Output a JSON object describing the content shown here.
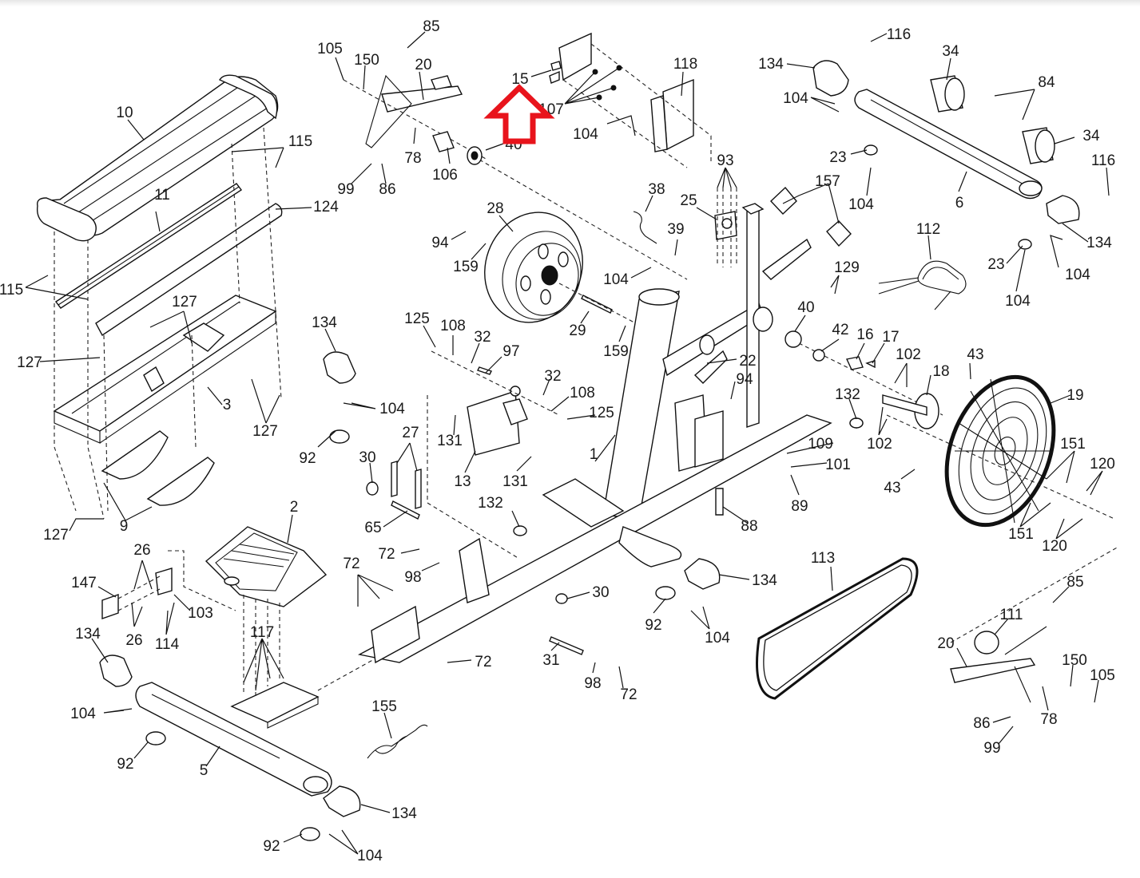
{
  "diagram": {
    "type": "exploded-parts-diagram",
    "subject": "exercise bike frame assembly",
    "highlight": {
      "shape": "up-arrow-outline",
      "color": "#e8141c",
      "points_to_part": "15"
    },
    "labels": [
      {
        "id": "l85a",
        "text": "85"
      },
      {
        "id": "l105a",
        "text": "105"
      },
      {
        "id": "l150a",
        "text": "150"
      },
      {
        "id": "l20a",
        "text": "20"
      },
      {
        "id": "l15",
        "text": "15"
      },
      {
        "id": "l107",
        "text": "107"
      },
      {
        "id": "l118",
        "text": "118"
      },
      {
        "id": "l116a",
        "text": "116"
      },
      {
        "id": "l134a",
        "text": "134"
      },
      {
        "id": "l34a",
        "text": "34"
      },
      {
        "id": "l84",
        "text": "84"
      },
      {
        "id": "l104a",
        "text": "104"
      },
      {
        "id": "l10",
        "text": "10"
      },
      {
        "id": "l115a",
        "text": "115"
      },
      {
        "id": "l78a",
        "text": "78"
      },
      {
        "id": "l106",
        "text": "106"
      },
      {
        "id": "l40a",
        "text": "40"
      },
      {
        "id": "l104b",
        "text": "104"
      },
      {
        "id": "l99a",
        "text": "99"
      },
      {
        "id": "l86a",
        "text": "86"
      },
      {
        "id": "l93",
        "text": "93"
      },
      {
        "id": "l23a",
        "text": "23"
      },
      {
        "id": "l34b",
        "text": "34"
      },
      {
        "id": "l116b",
        "text": "116"
      },
      {
        "id": "l104c",
        "text": "104"
      },
      {
        "id": "l6",
        "text": "6"
      },
      {
        "id": "l11",
        "text": "11"
      },
      {
        "id": "l124",
        "text": "124"
      },
      {
        "id": "l38",
        "text": "38"
      },
      {
        "id": "l28",
        "text": "28"
      },
      {
        "id": "l25",
        "text": "25"
      },
      {
        "id": "l157",
        "text": "157"
      },
      {
        "id": "l112",
        "text": "112"
      },
      {
        "id": "l134b",
        "text": "134"
      },
      {
        "id": "l115b",
        "text": "115"
      },
      {
        "id": "l94a",
        "text": "94"
      },
      {
        "id": "l39",
        "text": "39"
      },
      {
        "id": "l23b",
        "text": "23"
      },
      {
        "id": "l104d",
        "text": "104"
      },
      {
        "id": "l159a",
        "text": "159"
      },
      {
        "id": "l129",
        "text": "129"
      },
      {
        "id": "l104e",
        "text": "104"
      },
      {
        "id": "l104f",
        "text": "104"
      },
      {
        "id": "l127a",
        "text": "127"
      },
      {
        "id": "l134c",
        "text": "134"
      },
      {
        "id": "l125a",
        "text": "125"
      },
      {
        "id": "l108a",
        "text": "108"
      },
      {
        "id": "l29",
        "text": "29"
      },
      {
        "id": "l40b",
        "text": "40"
      },
      {
        "id": "l42",
        "text": "42"
      },
      {
        "id": "l16",
        "text": "16"
      },
      {
        "id": "l17",
        "text": "17"
      },
      {
        "id": "l32a",
        "text": "32"
      },
      {
        "id": "l159b",
        "text": "159"
      },
      {
        "id": "l97",
        "text": "97"
      },
      {
        "id": "l22",
        "text": "22"
      },
      {
        "id": "l102a",
        "text": "102"
      },
      {
        "id": "l43a",
        "text": "43"
      },
      {
        "id": "l127b",
        "text": "127"
      },
      {
        "id": "l18",
        "text": "18"
      },
      {
        "id": "l32b",
        "text": "32"
      },
      {
        "id": "l94b",
        "text": "94"
      },
      {
        "id": "l19",
        "text": "19"
      },
      {
        "id": "l108b",
        "text": "108"
      },
      {
        "id": "l3",
        "text": "3"
      },
      {
        "id": "l132a",
        "text": "132"
      },
      {
        "id": "l104g",
        "text": "104"
      },
      {
        "id": "l125b",
        "text": "125"
      },
      {
        "id": "l131a",
        "text": "131"
      },
      {
        "id": "l127c",
        "text": "127"
      },
      {
        "id": "l27",
        "text": "27"
      },
      {
        "id": "l102b",
        "text": "102"
      },
      {
        "id": "l109",
        "text": "109"
      },
      {
        "id": "l151a",
        "text": "151"
      },
      {
        "id": "l92a",
        "text": "92"
      },
      {
        "id": "l1",
        "text": "1"
      },
      {
        "id": "l30a",
        "text": "30"
      },
      {
        "id": "l101",
        "text": "101"
      },
      {
        "id": "l120a",
        "text": "120"
      },
      {
        "id": "l13",
        "text": "13"
      },
      {
        "id": "l131b",
        "text": "131"
      },
      {
        "id": "l43b",
        "text": "43"
      },
      {
        "id": "l89",
        "text": "89"
      },
      {
        "id": "l9",
        "text": "9"
      },
      {
        "id": "l127d",
        "text": "127"
      },
      {
        "id": "l132b",
        "text": "132"
      },
      {
        "id": "l2",
        "text": "2"
      },
      {
        "id": "l65",
        "text": "65"
      },
      {
        "id": "l88",
        "text": "88"
      },
      {
        "id": "l151b",
        "text": "151"
      },
      {
        "id": "l120b",
        "text": "120"
      },
      {
        "id": "l26a",
        "text": "26"
      },
      {
        "id": "l72a",
        "text": "72"
      },
      {
        "id": "l113",
        "text": "113"
      },
      {
        "id": "l72b",
        "text": "72"
      },
      {
        "id": "l98a",
        "text": "98"
      },
      {
        "id": "l134d",
        "text": "134"
      },
      {
        "id": "l147",
        "text": "147"
      },
      {
        "id": "l85b",
        "text": "85"
      },
      {
        "id": "l30b",
        "text": "30"
      },
      {
        "id": "l103",
        "text": "103"
      },
      {
        "id": "l111",
        "text": "111"
      },
      {
        "id": "l92b",
        "text": "92"
      },
      {
        "id": "l26b",
        "text": "26"
      },
      {
        "id": "l117",
        "text": "117"
      },
      {
        "id": "l134e",
        "text": "134"
      },
      {
        "id": "l114",
        "text": "114"
      },
      {
        "id": "l104h",
        "text": "104"
      },
      {
        "id": "l20b",
        "text": "20"
      },
      {
        "id": "l72c",
        "text": "72"
      },
      {
        "id": "l31",
        "text": "31"
      },
      {
        "id": "l150b",
        "text": "150"
      },
      {
        "id": "l105b",
        "text": "105"
      },
      {
        "id": "l98b",
        "text": "98"
      },
      {
        "id": "l72d",
        "text": "72"
      },
      {
        "id": "l104i",
        "text": "104"
      },
      {
        "id": "l78b",
        "text": "78"
      },
      {
        "id": "l155",
        "text": "155"
      },
      {
        "id": "l86b",
        "text": "86"
      },
      {
        "id": "l99b",
        "text": "99"
      },
      {
        "id": "l5",
        "text": "5"
      },
      {
        "id": "l92c",
        "text": "92"
      },
      {
        "id": "l134f",
        "text": "134"
      },
      {
        "id": "l92d",
        "text": "92"
      },
      {
        "id": "l104j",
        "text": "104"
      }
    ]
  }
}
